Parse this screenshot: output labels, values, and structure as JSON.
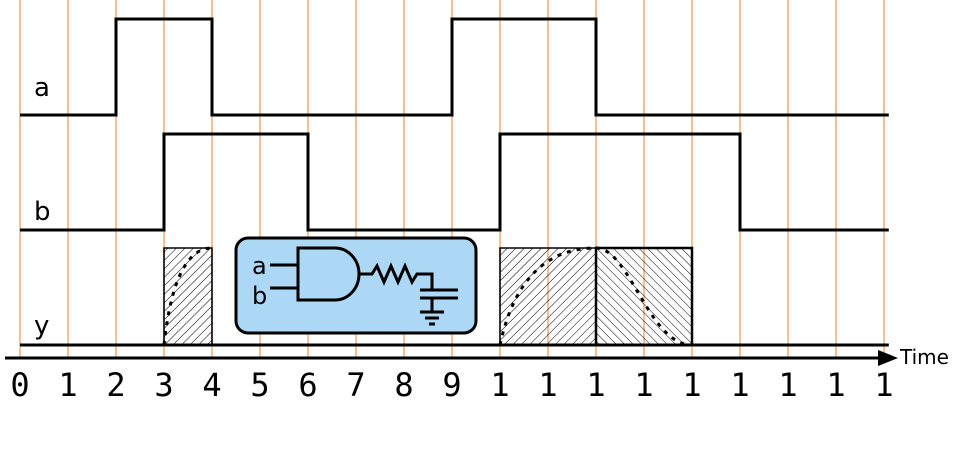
{
  "signals": [
    {
      "name": "a",
      "label": "a",
      "high": [
        [
          2,
          4
        ],
        [
          9,
          12
        ]
      ]
    },
    {
      "name": "b",
      "label": "b",
      "high": [
        [
          3,
          6
        ],
        [
          10,
          15
        ]
      ]
    },
    {
      "name": "y",
      "label": "y",
      "high": []
    }
  ],
  "time_axis": {
    "label": "Time",
    "ticks": [
      "0",
      "1",
      "2",
      "3",
      "4",
      "5",
      "6",
      "7",
      "8",
      "9",
      "1",
      "1",
      "1",
      "1",
      "1",
      "1",
      "1",
      "1",
      "1"
    ]
  },
  "output_transitions": [
    {
      "kind": "rise",
      "from": 3,
      "to": 4
    },
    {
      "kind": "rise",
      "from": 10,
      "to": 12
    },
    {
      "kind": "fall",
      "from": 12,
      "to": 14
    }
  ],
  "inset": {
    "input_labels": [
      "a",
      "b"
    ],
    "component": "and-gate-with-rc-load"
  },
  "colors": {
    "grid": "#f9c08f",
    "inset_fill": "#acd8f5",
    "line": "#000000"
  }
}
